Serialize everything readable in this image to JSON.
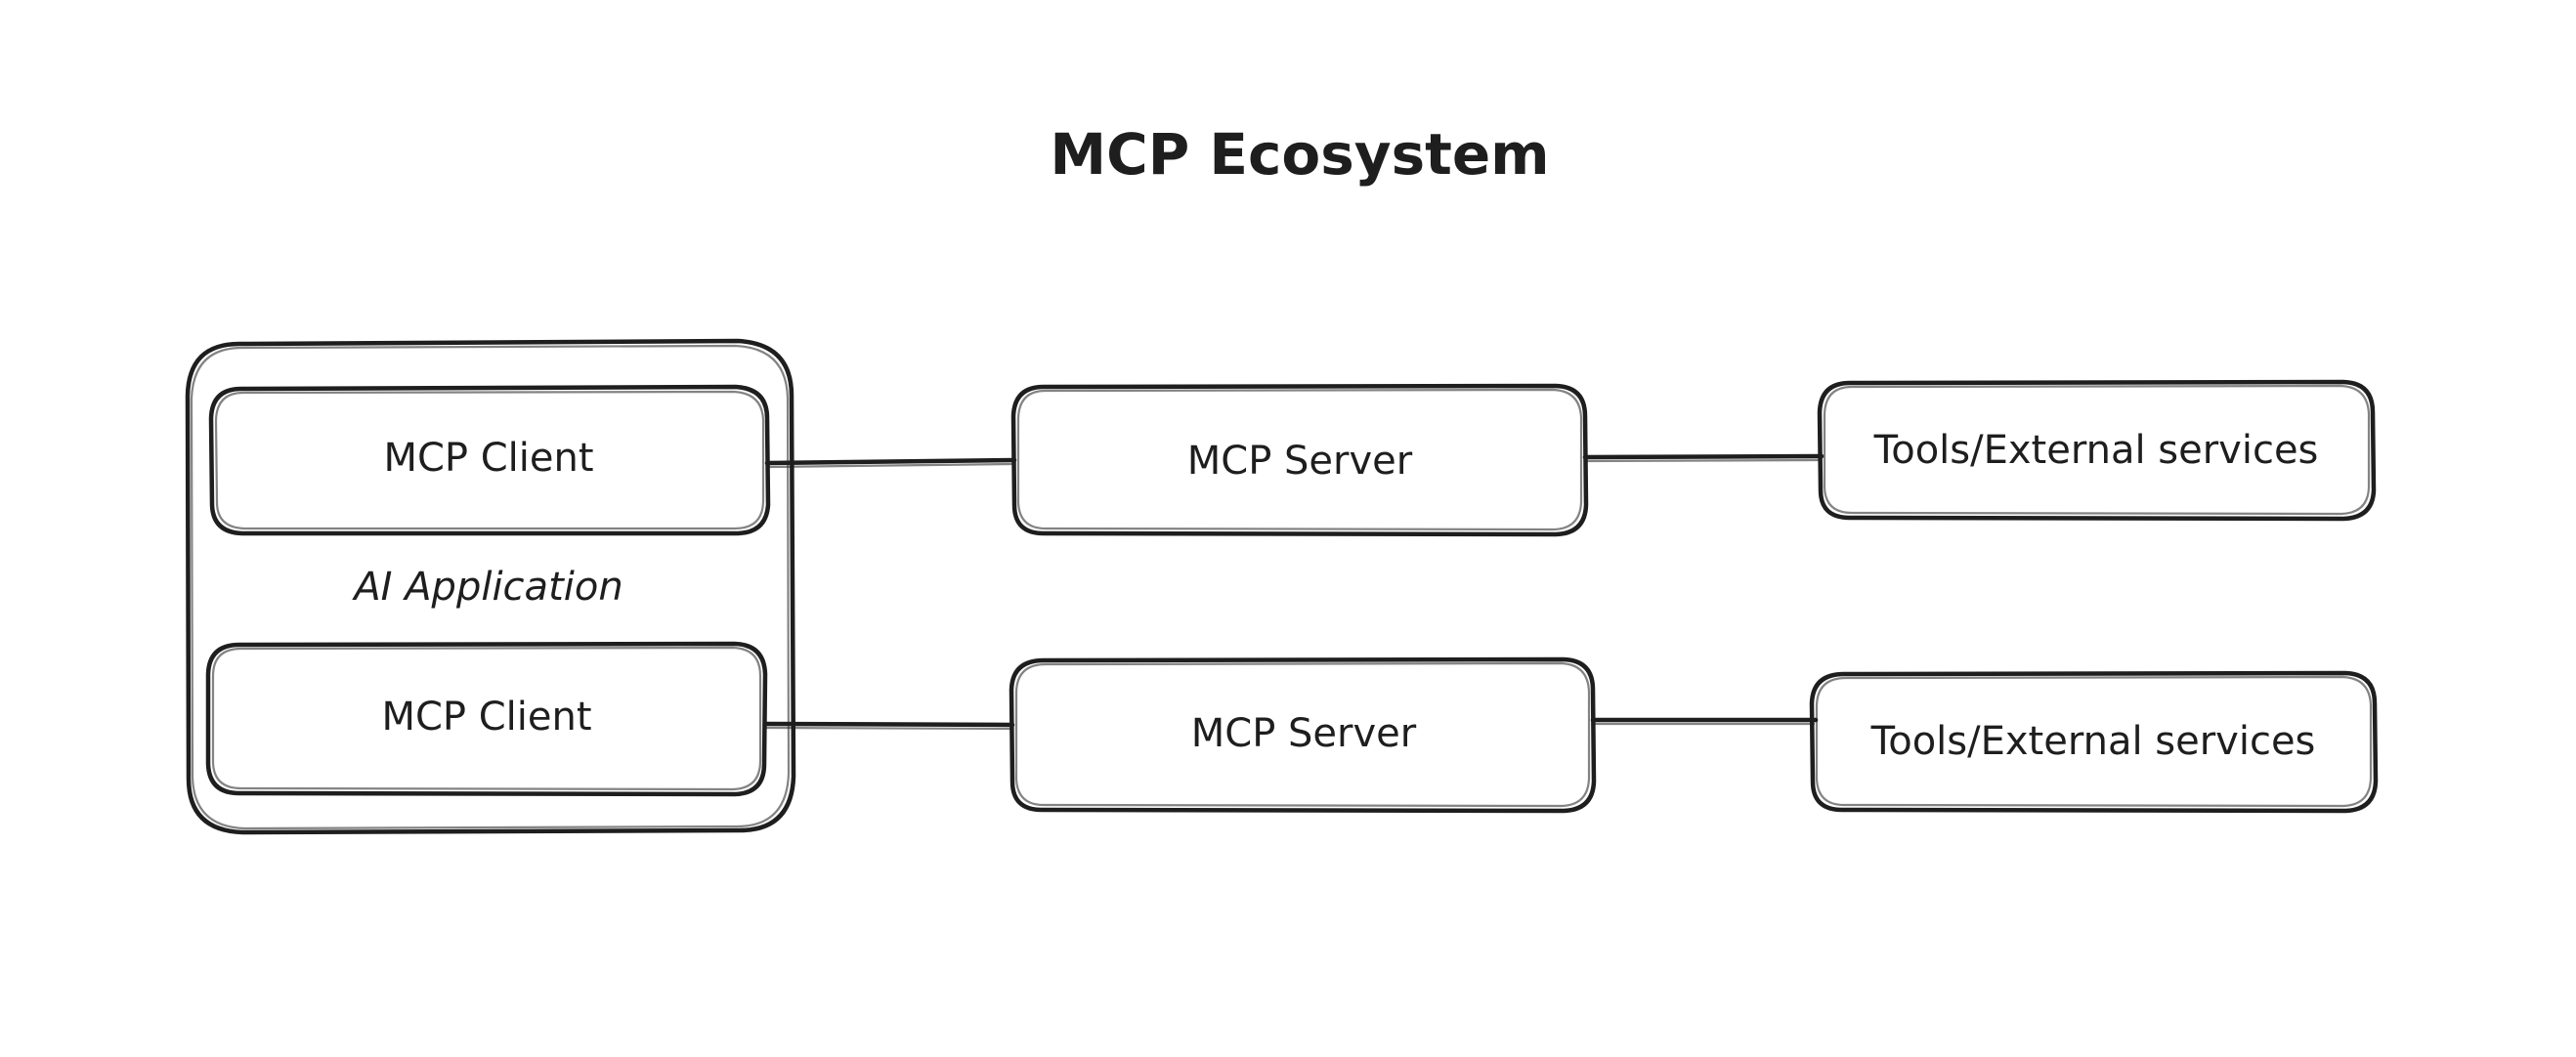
{
  "diagram": {
    "title": "MCP Ecosystem",
    "ai_application": {
      "label": "AI Application",
      "clients": [
        "MCP Client",
        "MCP Client"
      ]
    },
    "servers": [
      "MCP Server",
      "MCP Server"
    ],
    "services": [
      "Tools/External services",
      "Tools/External services"
    ]
  }
}
